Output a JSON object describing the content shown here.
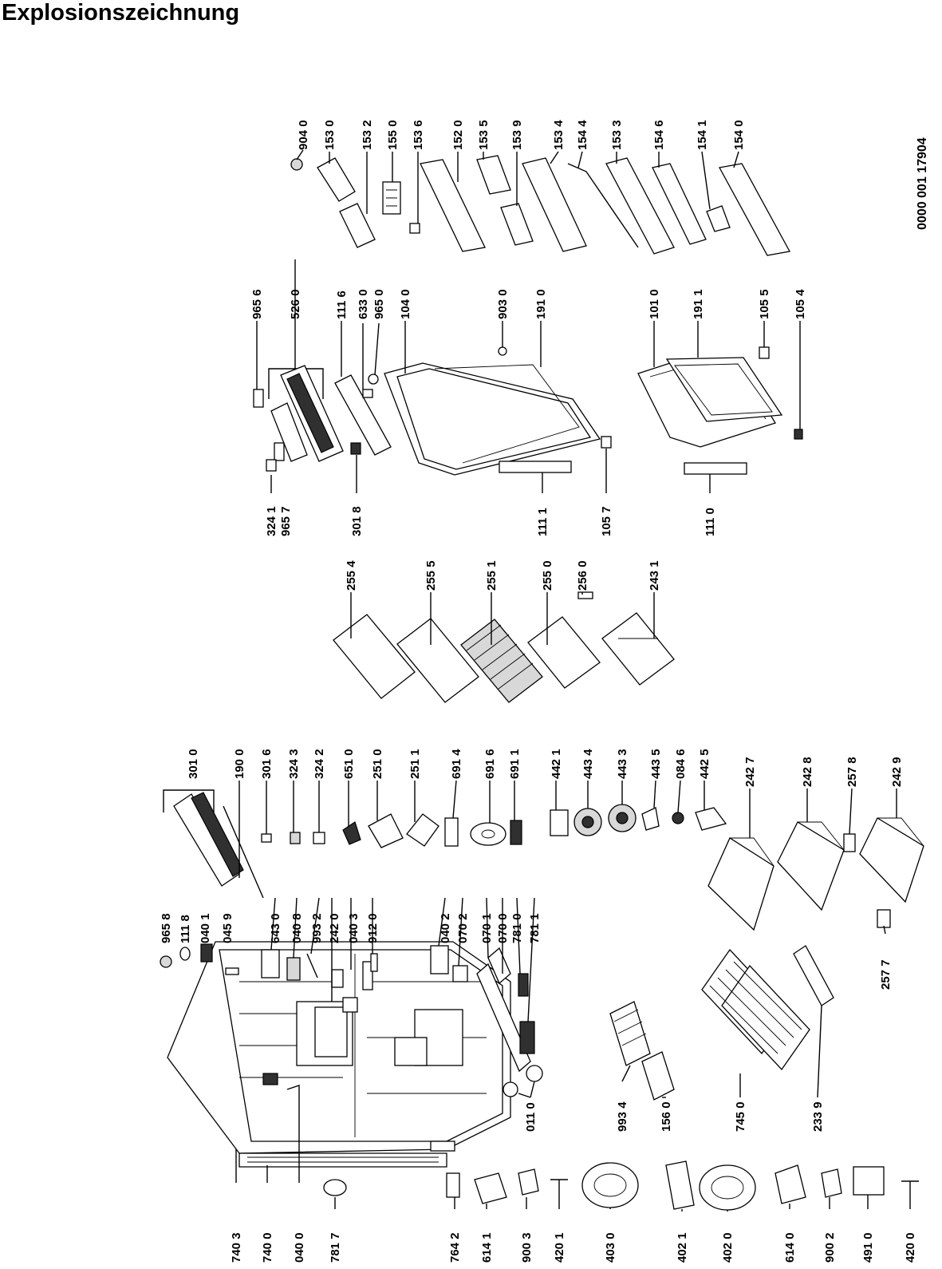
{
  "title": "Explosionszeichnung",
  "document_number": "0000 001 17904",
  "part_numbers": {
    "accessories": [
      "904 0",
      "153 0",
      "153 2",
      "155 0",
      "153 6",
      "152 0",
      "153 5",
      "153 9",
      "153 4",
      "154 4",
      "153 3",
      "154 6",
      "154 1",
      "154 0"
    ],
    "door_top": [
      "965 6",
      "526 0",
      "111 6",
      "633 0",
      "965 0",
      "104 0",
      "903 0",
      "191 0",
      "101 0",
      "191 1",
      "105 5",
      "105 4"
    ],
    "door_bottom": [
      "324 1",
      "965 7",
      "301 8",
      "111 1",
      "105 7",
      "111 0"
    ],
    "shelves": [
      "255 4",
      "255 5",
      "255 1",
      "255 0",
      "256 0",
      "243 1"
    ],
    "controls": [
      "301 0",
      "190 0",
      "301 6",
      "324 3",
      "324 2",
      "651 0",
      "251 0",
      "251 1",
      "691 4",
      "691 6",
      "691 1"
    ],
    "fan": [
      "442 1",
      "443 4",
      "443 3",
      "443 5",
      "084 6",
      "442 5"
    ],
    "drawers": [
      "242 7",
      "242 8",
      "257 8",
      "242 9",
      "257 7"
    ],
    "cabinet_small": [
      "965 8",
      "111 8",
      "040 1",
      "045 9",
      "643 0",
      "040 8",
      "993 2",
      "242 0",
      "040 3",
      "912 0",
      "040 2",
      "070 2",
      "070 1",
      "070 0",
      "781 0",
      "781 1"
    ],
    "cabinet_left": [
      "740 3",
      "740 0",
      "040 0",
      "781 7",
      "764 2",
      "614 1",
      "900 3",
      "420 1",
      "403 0",
      "402 1",
      "402 0",
      "614 0",
      "900 2",
      "491 0",
      "420 0"
    ],
    "cabinet_bottom": [
      "011 0",
      "993 4",
      "156 0",
      "745 0",
      "233 9"
    ]
  }
}
